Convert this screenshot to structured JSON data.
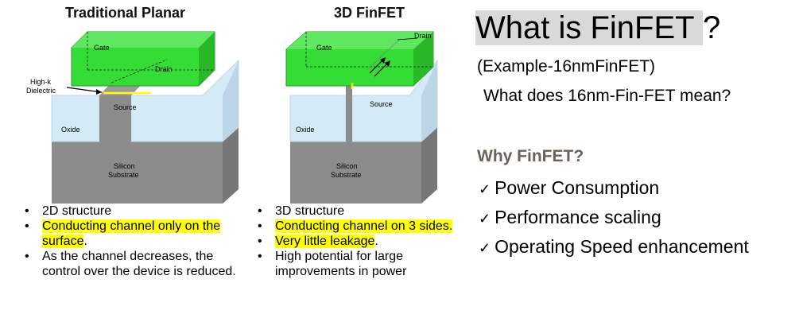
{
  "left_diagram": {
    "title": "Traditional Planar",
    "labels": {
      "gate": "Gate",
      "drain": "Drain",
      "highk": [
        "High-k",
        "Dielectric"
      ],
      "source": "Source",
      "oxide": "Oxide",
      "silicon": [
        "Silicon",
        "Substrate"
      ]
    },
    "bullets": [
      {
        "text": "2D structure",
        "highlight": ""
      },
      {
        "text": ".",
        "highlight": "Conducting channel only on the surface"
      },
      {
        "text": "As the channel decreases, the control over the device is reduced.",
        "highlight": ""
      }
    ]
  },
  "right_diagram": {
    "title": "3D FinFET",
    "labels": {
      "gate": "Gate",
      "drain": "Drain",
      "source": "Source",
      "oxide": "Oxide",
      "silicon": [
        "Silicon",
        "Substrate"
      ]
    },
    "bullets": [
      {
        "text": "3D structure",
        "highlight": ""
      },
      {
        "text": "",
        "highlight": "Conducting channel on 3 sides."
      },
      {
        "text": ".",
        "highlight": "Very little leakage"
      },
      {
        "text": "High potential for large improvements in power",
        "highlight": ""
      }
    ]
  },
  "heading": {
    "part1": "What ",
    "part2": "is FinFET ",
    "part3": "?"
  },
  "example": "(Example-16nmFinFET)",
  "question": "What does 16nm-Fin-FET mean?",
  "why_title": "Why FinFET?",
  "check_mark": "✓",
  "reasons": [
    "Power Consumption",
    "Performance scaling",
    "Operating Speed enhancement"
  ],
  "colors": {
    "gate": "#33dd33",
    "oxide": "#d5eaf7",
    "silicon": "#8c8c8c",
    "highlight": "#ffff00",
    "why": "#6b625a",
    "heading_shade": "#d9d9d9"
  }
}
